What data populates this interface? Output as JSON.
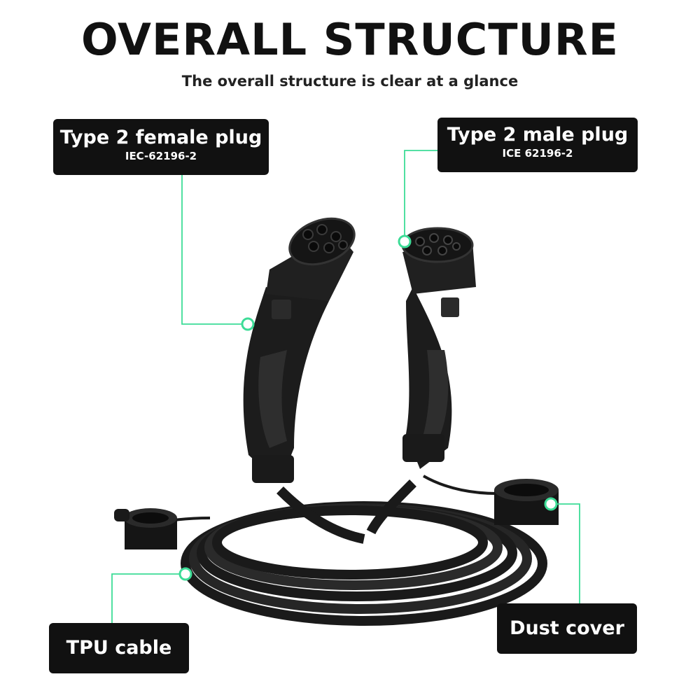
{
  "header": {
    "title": "OVERALL STRUCTURE",
    "subtitle": "The overall structure is clear at a glance"
  },
  "callouts": {
    "female_plug": {
      "label": "Type 2 female plug",
      "standard": "IEC-62196-2"
    },
    "male_plug": {
      "label": "Type 2 male plug",
      "standard": "ICE 62196-2"
    },
    "tpu_cable": {
      "label": "TPU cable"
    },
    "dust_cover": {
      "label": "Dust cover"
    }
  },
  "colors": {
    "accent": "#3ddc97",
    "box": "#111111",
    "product": "#1c1c1c"
  }
}
